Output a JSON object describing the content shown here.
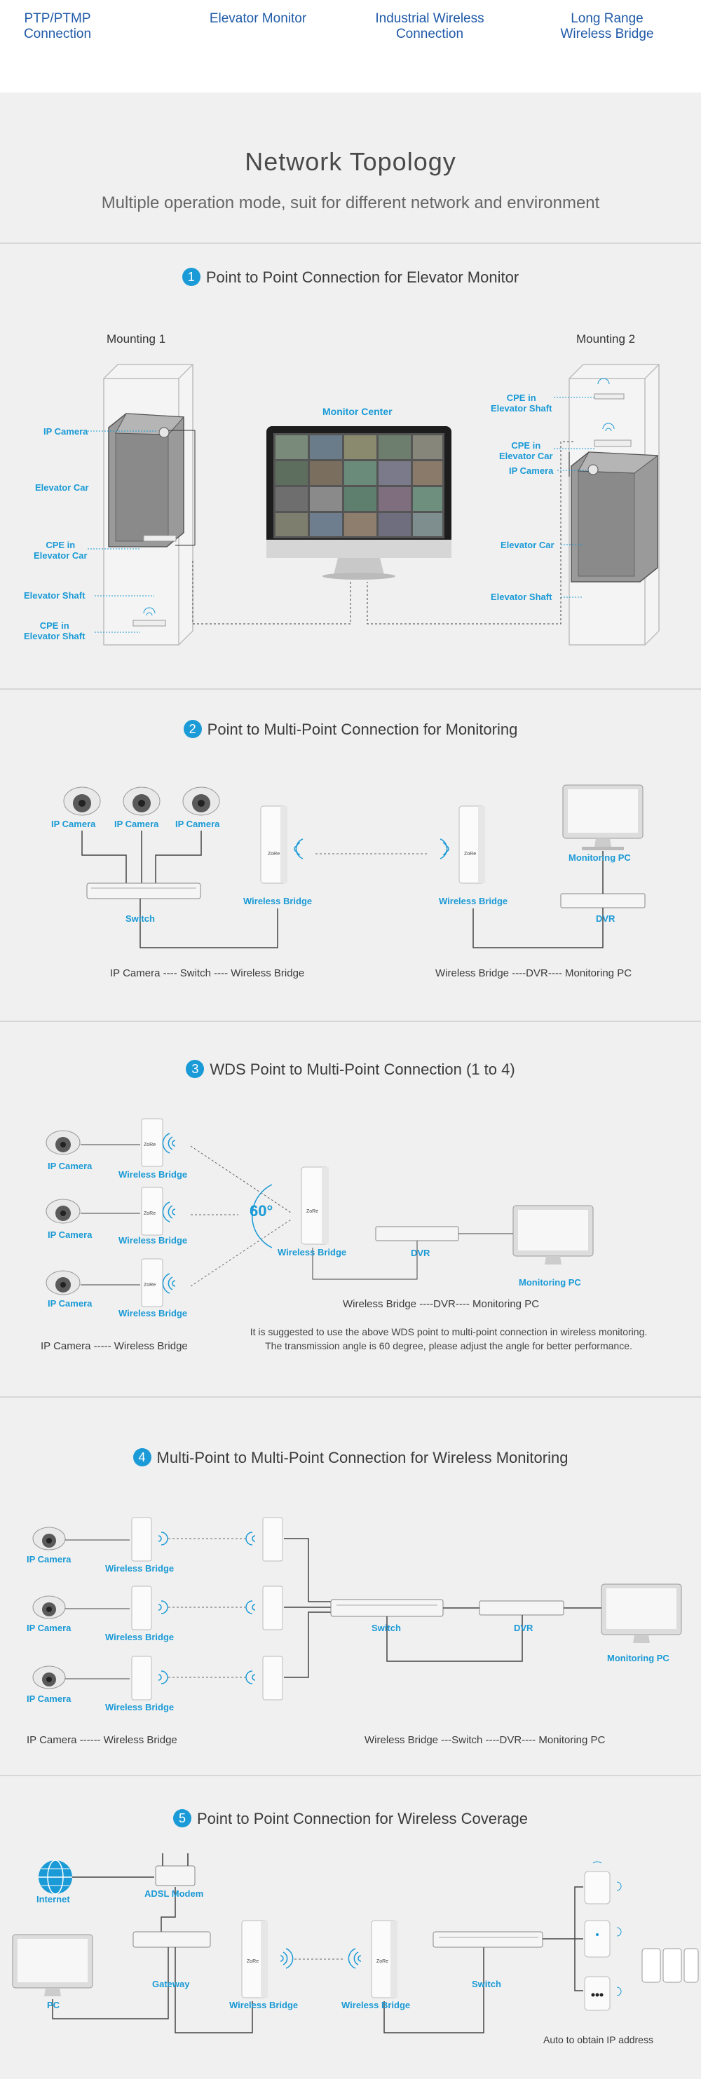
{
  "tabs": [
    "PTP/PTMP\nConnection",
    "Elevator Monitor",
    "Industrial Wireless\nConnection",
    "Long Range\nWireless Bridge"
  ],
  "header": {
    "title": "Network Topology",
    "subtitle": "Multiple operation mode, suit for different network and environment"
  },
  "brand_label": "ZoRe",
  "s1": {
    "num": "1",
    "title": "Point to Point Connection for Elevator Monitor",
    "mounting1": "Mounting 1",
    "mounting2": "Mounting 2",
    "monitor_center": "Monitor Center",
    "left_labels": {
      "ip_camera": "IP Camera",
      "elevator_car": "Elevator Car",
      "cpe_car": "CPE in\nElevator Car",
      "shaft": "Elevator Shaft",
      "cpe_shaft": "CPE in\nElevator Shaft"
    },
    "right_labels": {
      "cpe_shaft": "CPE in\nElevator Shaft",
      "cpe_car": "CPE in\nElevator Car",
      "ip_camera": "IP Camera",
      "elevator_car": "Elevator Car",
      "shaft": "Elevator Shaft"
    }
  },
  "s2": {
    "num": "2",
    "title": "Point to Multi-Point Connection for Monitoring",
    "cam1": "IP Camera",
    "cam2": "IP Camera",
    "cam3": "IP Camera",
    "switch": "Switch",
    "bridge_l": "Wireless Bridge",
    "bridge_r": "Wireless Bridge",
    "monitoring_pc": "Monitoring PC",
    "dvr": "DVR",
    "caption_left": "IP Camera  ---- Switch ---- Wireless Bridge",
    "caption_right": "Wireless Bridge ----DVR---- Monitoring PC"
  },
  "s3": {
    "num": "3",
    "title": "WDS Point to Multi-Point Connection (1 to 4)",
    "cam1": "IP Camera",
    "cam2": "IP Camera",
    "cam3": "IP Camera",
    "br1": "Wireless Bridge",
    "br2": "Wireless Bridge",
    "br3": "Wireless Bridge",
    "angle": "60°",
    "center_bridge": "Wireless Bridge",
    "dvr": "DVR",
    "monitoring_pc": "Monitoring PC",
    "caption_mid": "Wireless Bridge ----DVR---- Monitoring PC",
    "caption_left": "IP Camera ----- Wireless Bridge",
    "note": "It is suggested to use the above WDS point to multi-point connection in wireless monitoring.\nThe transmission angle is 60 degree, please adjust the angle for better performance."
  },
  "s4": {
    "num": "4",
    "title": "Multi-Point to Multi-Point Connection for Wireless Monitoring",
    "cam1": "IP Camera",
    "cam2": "IP Camera",
    "cam3": "IP Camera",
    "br1": "Wireless Bridge",
    "br2": "Wireless Bridge",
    "br3": "Wireless Bridge",
    "switch": "Switch",
    "dvr": "DVR",
    "monitoring_pc": "Monitoring PC",
    "caption_left": "IP Camera ------ Wireless Bridge",
    "caption_right": "Wireless Bridge ---Switch ----DVR---- Monitoring PC"
  },
  "s5": {
    "num": "5",
    "title": "Point to Point Connection for Wireless Coverage",
    "internet": "Internet",
    "adsl": "ADSL Modem",
    "gateway": "Gateway",
    "pc": "PC",
    "bridge_l": "Wireless Bridge",
    "bridge_r": "Wireless Bridge",
    "switch": "Switch",
    "auto_ip": "Auto to obtain IP address"
  },
  "colors": {
    "accent": "#1a9ad6",
    "nav_text": "#1f5aa8",
    "background": "#efefef"
  }
}
